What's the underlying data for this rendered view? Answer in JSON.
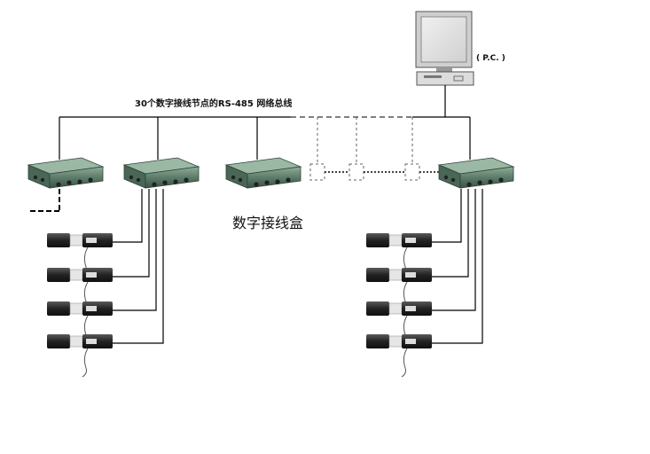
{
  "labels": {
    "bus": "30个数字接线节点的RS-485 网络总线",
    "pc": "( P.C. )",
    "junction_box": "数字接线盒"
  },
  "colors": {
    "line": "#000000",
    "box_body": "#4e6a5a",
    "box_top": "#7d9b88",
    "sensor": "#2a2a2a",
    "dashed": "#555555"
  },
  "icons": [
    "computer-icon",
    "junction-box-icon",
    "load-cell-icon"
  ]
}
